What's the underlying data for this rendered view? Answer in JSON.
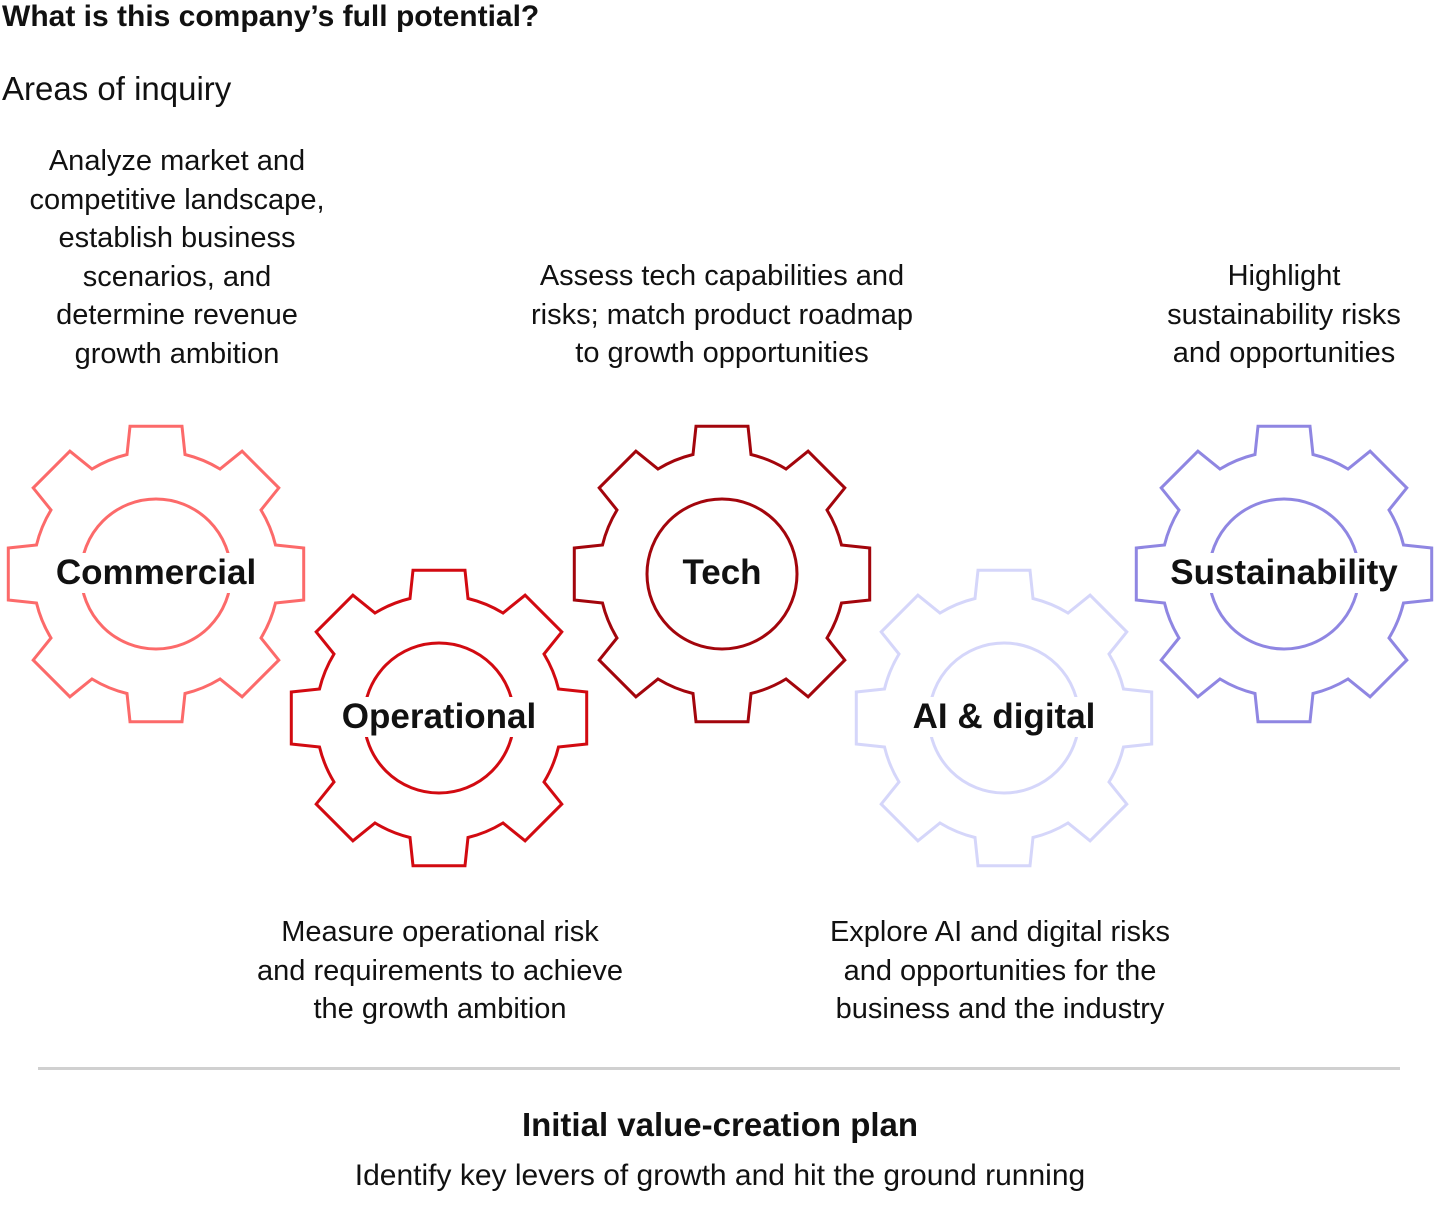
{
  "title": "What is this company’s full potential?",
  "subtitle": "Areas of inquiry",
  "gears": [
    {
      "label": "Commercial",
      "color": "#fc6a6a",
      "description": "Analyze market and\ncompetitive landscape,\nestablish business\nscenarios, and\ndetermine revenue\ngrowth ambition"
    },
    {
      "label": "Operational",
      "color": "#d20a11",
      "description": "Measure operational risk\nand requirements to achieve\nthe growth ambition"
    },
    {
      "label": "Tech",
      "color": "#a3050c",
      "description": "Assess tech capabilities and\nrisks; match product roadmap\nto growth opportunities"
    },
    {
      "label": "AI & digital",
      "color": "#d5d6fa",
      "description": "Explore AI and digital risks\nand opportunities for the\nbusiness and the industry"
    },
    {
      "label": "Sustainability",
      "color": "#8f86e2",
      "description": "Highlight\nsustainability risks\nand opportunities"
    }
  ],
  "plan": {
    "title": "Initial value-creation plan",
    "subtitle": "Identify key levers of growth and hit the ground running"
  }
}
